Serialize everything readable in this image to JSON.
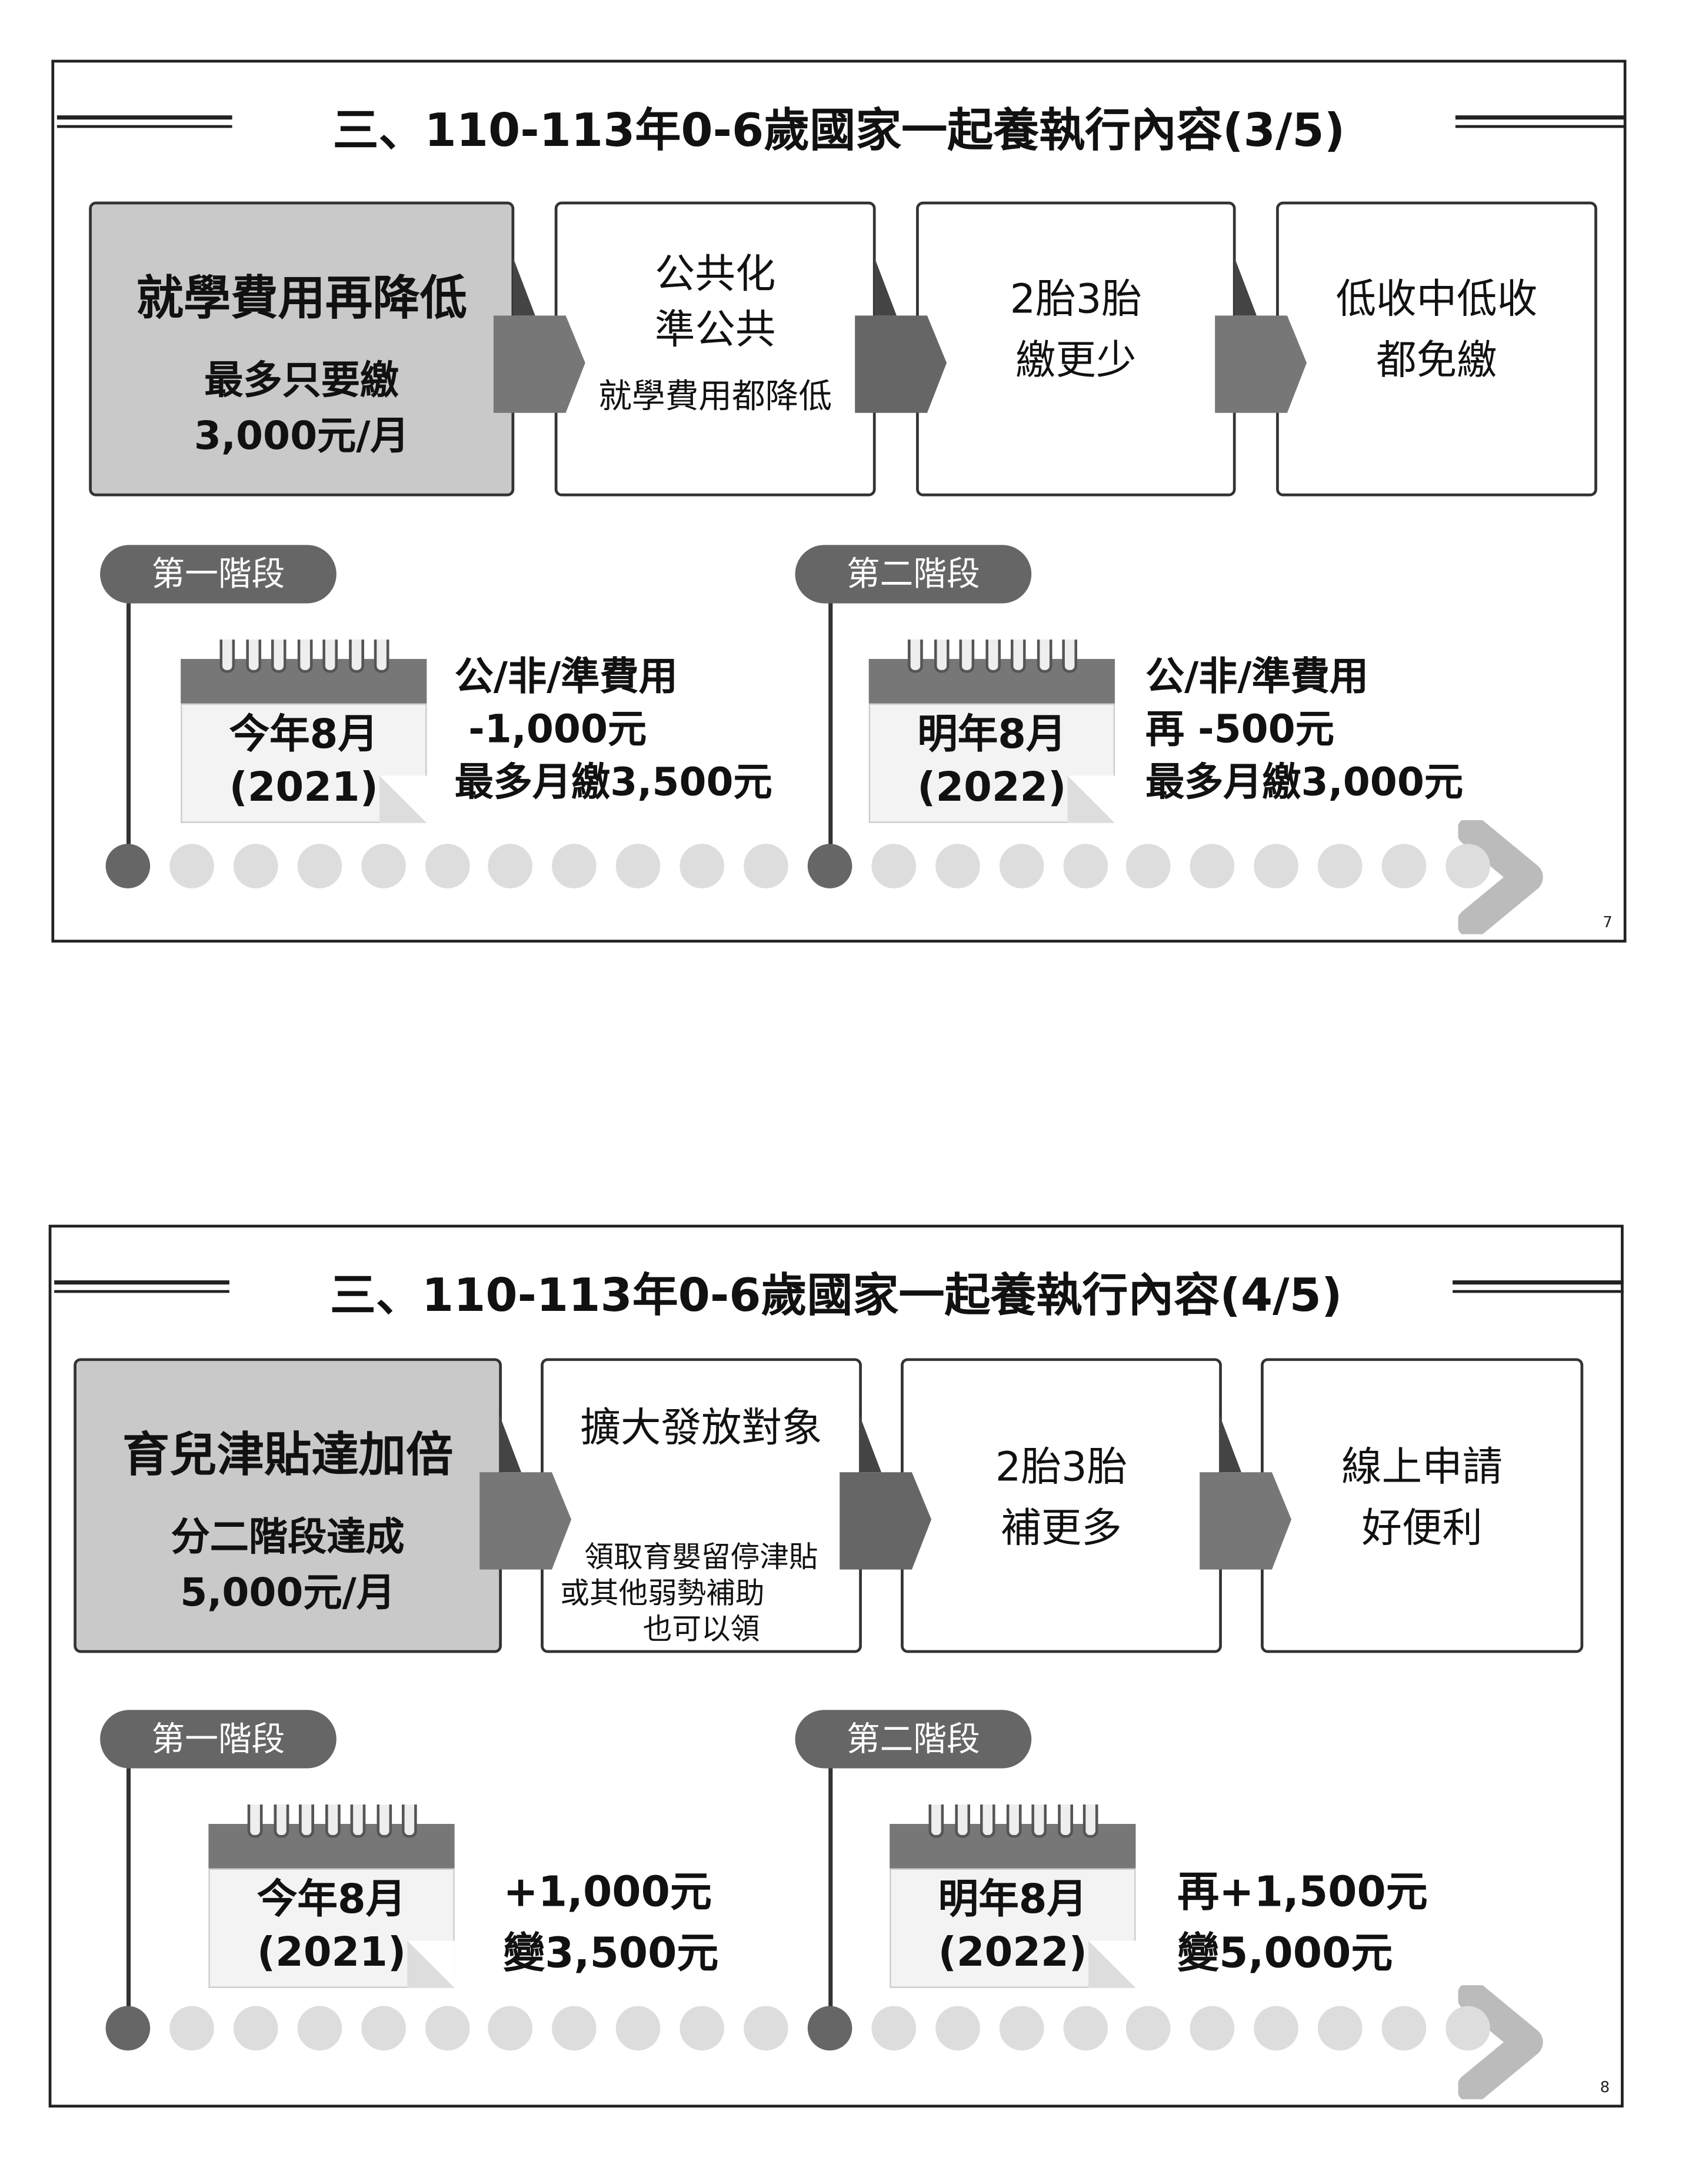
{
  "slides": [
    {
      "title": "三、110-113年0-6歲國家一起養執行內容(3/5)",
      "main": {
        "heading": "就學費用再降低",
        "line1": "最多只要繳",
        "line2": "3,000元/月"
      },
      "box2": {
        "line1": "公共化",
        "line2": "準公共",
        "sub": "就學費用都降低"
      },
      "box3": {
        "line1": "2胎3胎",
        "line2": "繳更少"
      },
      "box4": {
        "line1": "低收中低收",
        "line2": "都免繳"
      },
      "stage1": {
        "label": "第一階段",
        "cal_line1": "今年8月",
        "cal_line2": "(2021)",
        "info": [
          "公/非/準費用",
          "-1,000元",
          "最多月繳3,500元"
        ]
      },
      "stage2": {
        "label": "第二階段",
        "cal_line1": "明年8月",
        "cal_line2": "(2022)",
        "info": [
          "公/非/準費用",
          "再 -500元",
          "最多月繳3,000元"
        ]
      },
      "page_number": "7"
    },
    {
      "title": "三、110-113年0-6歲國家一起養執行內容(4/5)",
      "main": {
        "heading": "育兒津貼達加倍",
        "line1": "分二階段達成",
        "line2": "5,000元/月"
      },
      "box2": {
        "line1": "擴大發放對象",
        "sub1": "領取育嬰留停津貼",
        "sub2": "或其他弱勢補助",
        "sub3": "也可以領"
      },
      "box3": {
        "line1": "2胎3胎",
        "line2": "補更多"
      },
      "box4": {
        "line1": "線上申請",
        "line2": "好便利"
      },
      "stage1": {
        "label": "第一階段",
        "cal_line1": "今年8月",
        "cal_line2": "(2021)",
        "info": [
          "+1,000元",
          "變3,500元"
        ]
      },
      "stage2": {
        "label": "第二階段",
        "cal_line1": "明年8月",
        "cal_line2": "(2022)",
        "info": [
          "再+1,500元",
          "變5,000元"
        ]
      },
      "page_number": "8"
    }
  ],
  "colors": {
    "main_box": "#c9c9c9",
    "pill": "#666666",
    "dot_light": "#dddddd",
    "dot_dark": "#666666"
  }
}
